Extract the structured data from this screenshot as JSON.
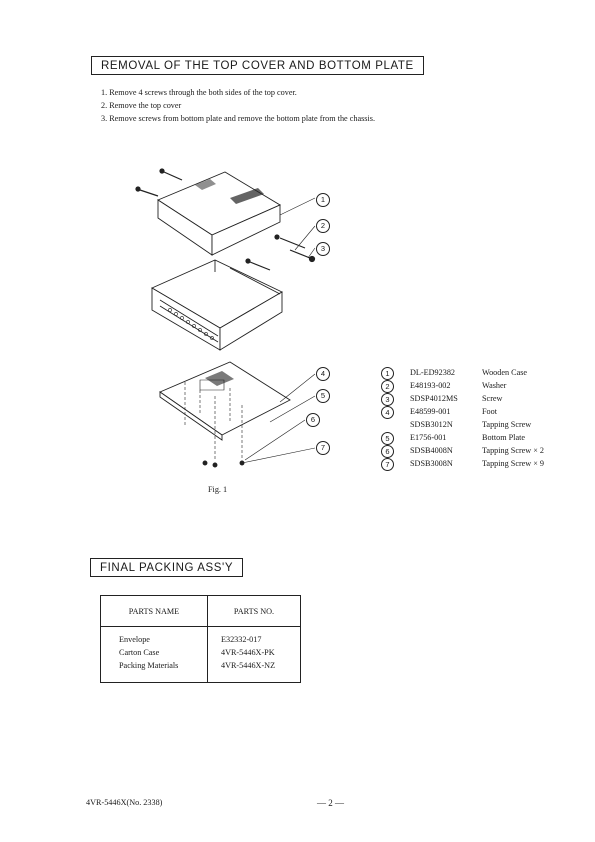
{
  "section1": {
    "title": "REMOVAL OF THE TOP COVER AND BOTTOM PLATE",
    "steps": [
      "1. Remove 4 screws through the both sides of the top cover.",
      "2. Remove the top cover",
      "3. Remove screws from bottom plate and remove the bottom plate from the chassis."
    ]
  },
  "figure": {
    "caption": "Fig. 1",
    "callouts": [
      "1",
      "2",
      "3",
      "4",
      "5",
      "6",
      "7"
    ]
  },
  "parts": [
    {
      "num": "1",
      "code": "DL-ED92382",
      "desc": "Wooden Case"
    },
    {
      "num": "2",
      "code": "E48193-002",
      "desc": "Washer"
    },
    {
      "num": "3",
      "code": "SDSP4012MS",
      "desc": "Screw"
    },
    {
      "num": "4",
      "code": "E48599-001",
      "desc": "Foot"
    },
    {
      "num": "",
      "code": "SDSB3012N",
      "desc": "Tapping Screw"
    },
    {
      "num": "5",
      "code": "E1756-001",
      "desc": "Bottom Plate"
    },
    {
      "num": "6",
      "code": "SDSB4008N",
      "desc": "Tapping Screw × 2"
    },
    {
      "num": "7",
      "code": "SDSB3008N",
      "desc": "Tapping Screw × 9"
    }
  ],
  "section2": {
    "title": "FINAL PACKING ASS'Y",
    "table": {
      "headers": [
        "PARTS NAME",
        "PARTS NO."
      ],
      "rows": [
        {
          "name": "Envelope",
          "no": "E32332-017"
        },
        {
          "name": "Carton Case",
          "no": "4VR-5446X-PK"
        },
        {
          "name": "Packing Materials",
          "no": "4VR-5446X-NZ"
        }
      ]
    }
  },
  "footer": {
    "model": "4VR-5446X(No. 2338)",
    "page": "— 2 —"
  }
}
